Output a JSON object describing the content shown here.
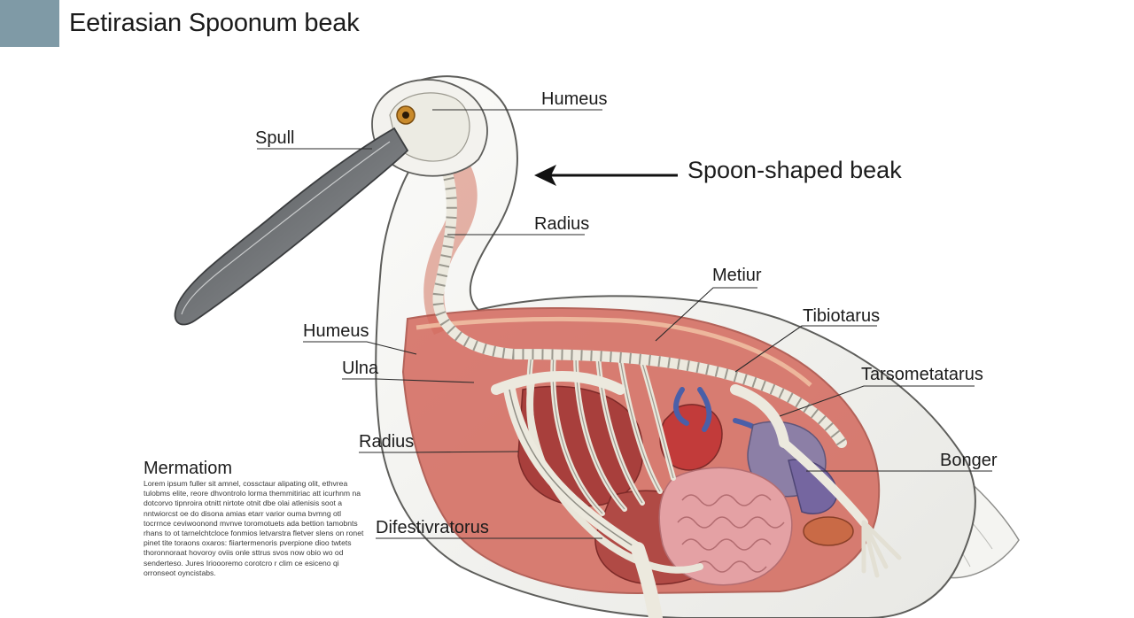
{
  "header": {
    "title": "Eetirasian Spoonum beak",
    "accent_color": "#7f9aa6"
  },
  "labels": {
    "humeus_top": "Humeus",
    "spull": "Spull",
    "spoon_beak": "Spoon-shaped beak",
    "radius_neck": "Radius",
    "metiur": "Metiur",
    "tibiotarus": "Tibiotarus",
    "humeus_mid": "Humeus",
    "ulna": "Ulna",
    "tarsometatarus": "Tarsometatarus",
    "radius_low": "Radius",
    "bonger": "Bonger",
    "difestivatorus": "Difestivratorus"
  },
  "metamatiom": {
    "heading": "Mermatiom",
    "body": "Lorem ipsum fuller sit amnel, cossctaur alipating olit, ethvrea tulobms elite, reore dhvontrolo lorma themmitiriac att icurhnm na dotcorvo tipnroira otnitt nirtote otnit dbe olai atlenisis soot a nntwiorcst oe do disona amias etarr varior ouma bvmng otl tocrrnce ceviwoonond mvnve toromotuets ada bettion tamobnts rhans to ot tarnelchtcloce fonmios letvarstra fletver slens on ronet pinet tite toraons oxaros: fiiartermenoris pverpione dioo twtets thoronnoraat hovoroy oviis onle sttrus svos now obio wo od senderteso. Jures Irioooremo corotcro r clim ce esiceno qi orronseot oyncistabs."
  },
  "colors": {
    "tissue_red": "#c35a4f",
    "bone": "#f1efe6",
    "beak_gray": "#6e7173",
    "intestine_pink": "#e4a1a4",
    "vessel_blue": "#4a5fa8",
    "organ_purple": "#8c7fa6"
  }
}
